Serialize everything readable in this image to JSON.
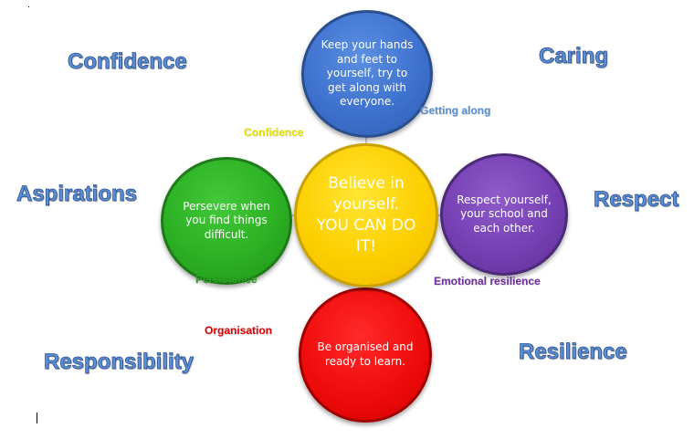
{
  "center": {
    "text": "Believe in yourself. YOU CAN DO IT!"
  },
  "circles": {
    "top": {
      "text": "Keep your hands and feet to yourself, try to get along with everyone."
    },
    "left": {
      "text": "Persevere when you find things difficult."
    },
    "right": {
      "text": "Respect yourself, your school and each other."
    },
    "bottom": {
      "text": "Be organised and ready to learn."
    }
  },
  "tags": {
    "getting_along": "Getting along",
    "confidence": "Confidence",
    "persistence": "Persistence",
    "emotional_resilience": "Emotional resilience",
    "organisation": "Organisation"
  },
  "values": {
    "confidence": "Confidence",
    "caring": "Caring",
    "aspirations": "Aspirations",
    "respect": "Respect",
    "responsibility": "Responsibility",
    "resilience": "Resilience"
  },
  "colors": {
    "blue": "#3f72cf",
    "green": "#2cb024",
    "yellow": "#fccf00",
    "purple": "#7540b3",
    "red": "#f00c0c",
    "value_text": "#5b8fd6"
  }
}
